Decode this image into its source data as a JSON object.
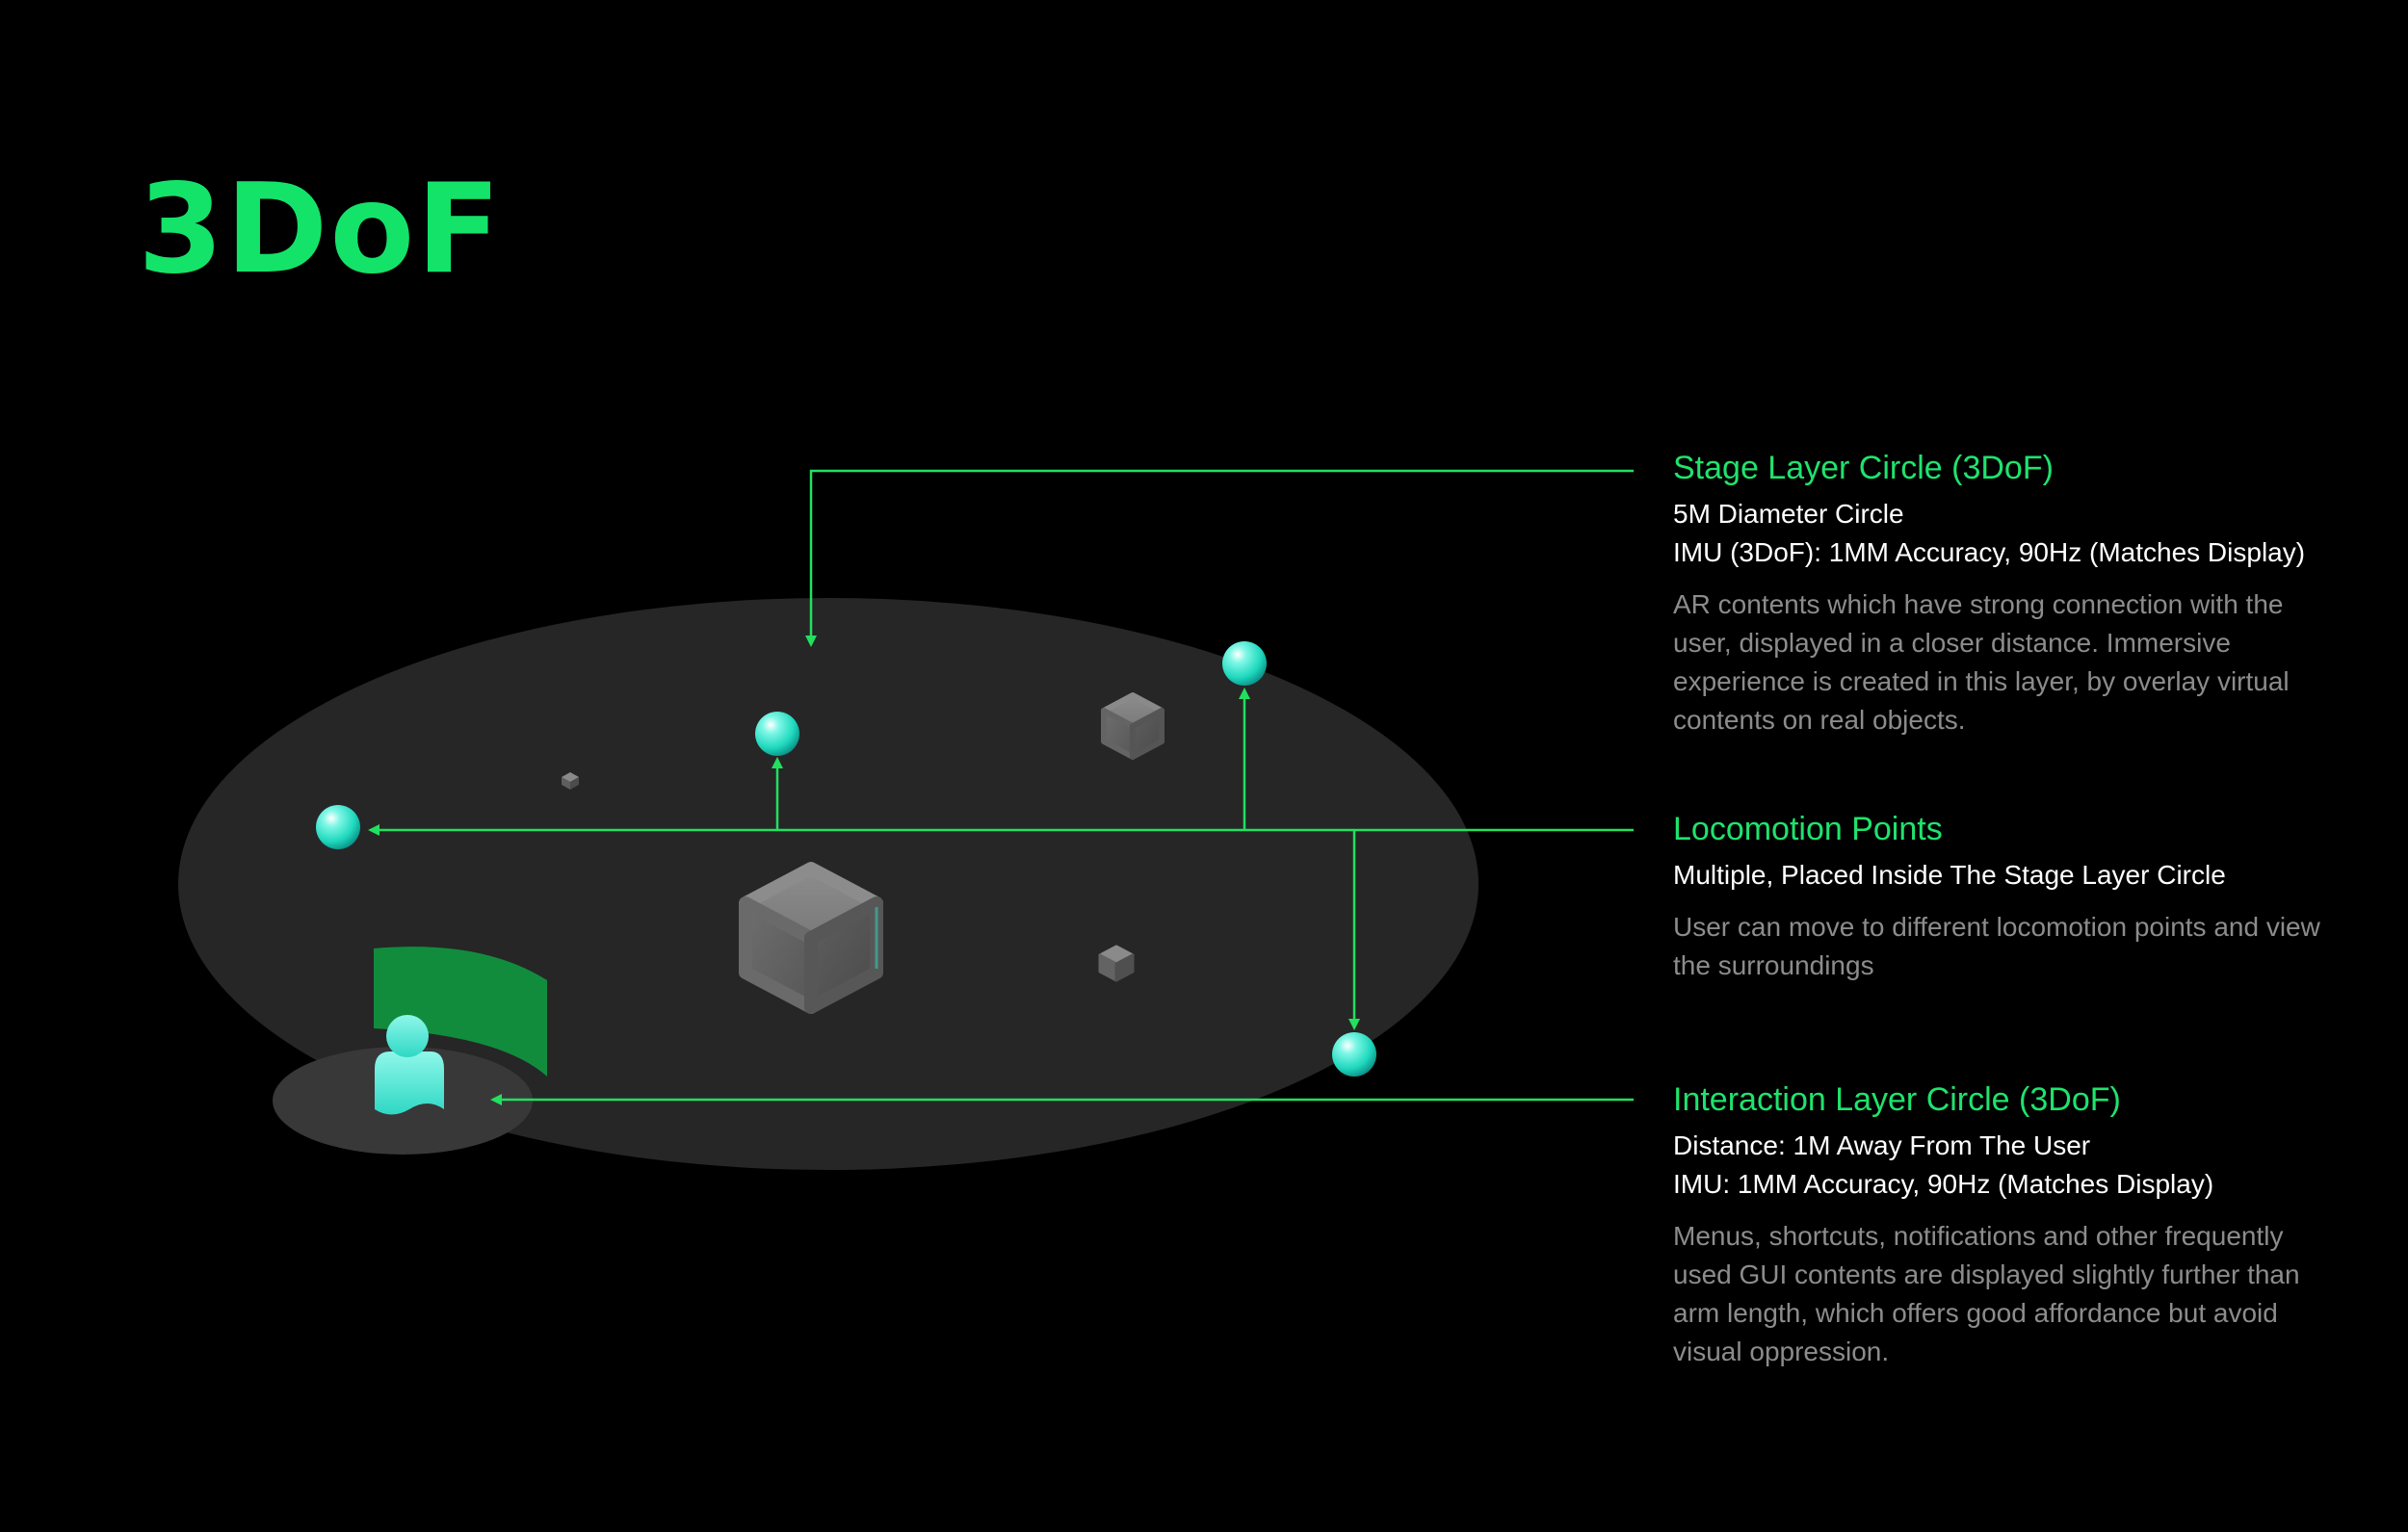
{
  "title": "3DoF",
  "colors": {
    "accent": "#14e36a",
    "line": "#21e05f",
    "orb": "#2ee8c8",
    "bg": "#000000"
  },
  "sections": [
    {
      "heading": "Stage Layer Circle (3DoF)",
      "specs": [
        "5M Diameter Circle",
        "IMU (3DoF): 1MM Accuracy, 90Hz (Matches Display)"
      ],
      "description": "AR contents which have strong connection with the user, displayed in a closer distance. Immersive experience is created in this layer, by overlay virtual contents on real objects."
    },
    {
      "heading": "Locomotion Points",
      "specs": [
        "Multiple, Placed Inside The Stage Layer Circle"
      ],
      "description": "User can move to different locomotion points and view the surroundings"
    },
    {
      "heading": "Interaction Layer Circle (3DoF)",
      "specs": [
        "Distance: 1M Away From The User",
        "IMU: 1MM Accuracy, 90Hz (Matches Display)"
      ],
      "description": "Menus, shortcuts, notifications and other frequently used GUI contents are displayed slightly further than arm length, which offers good affordance but avoid visual oppression."
    }
  ]
}
